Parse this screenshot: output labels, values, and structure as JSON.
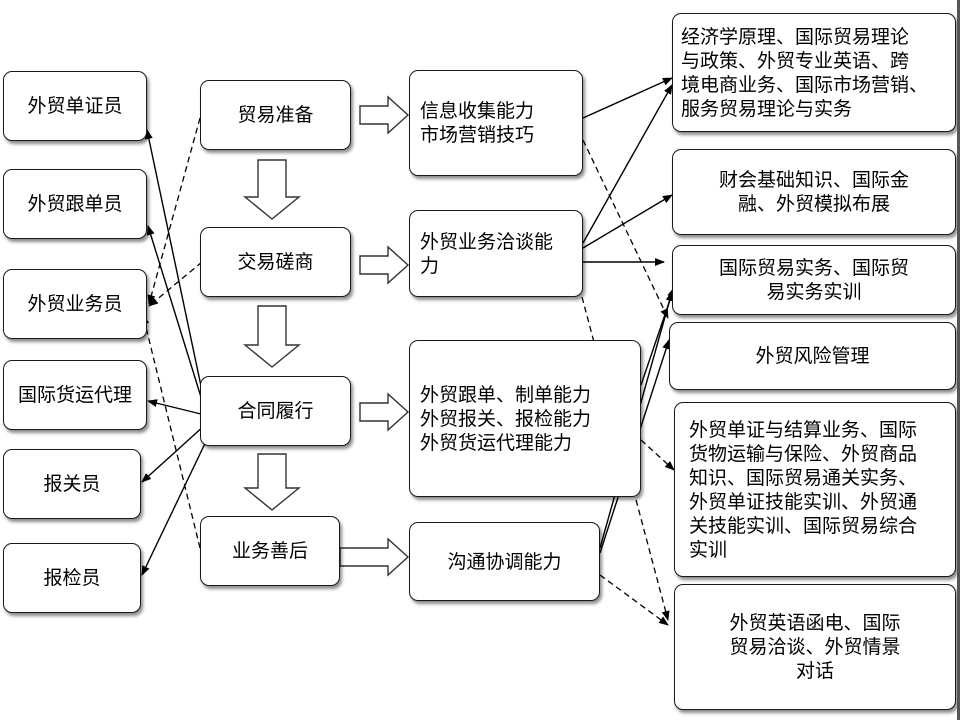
{
  "roles": [
    "外贸单证员",
    "外贸跟单员",
    "外贸业务员",
    "国际货运代理",
    "报关员",
    "报检员"
  ],
  "stages": [
    "贸易准备",
    "交易磋商",
    "合同履行",
    "业务善后"
  ],
  "abilities": [
    "信息收集能力\n市场营销技巧",
    "外贸业务洽谈能\n力",
    "外贸跟单、制单能力\n外贸报关、报检能力\n外贸货运代理能力",
    "沟通协调能力"
  ],
  "courses": [
    "经济学原理、国际贸易理论\n与政策、外贸专业英语、跨\n境电商业务、国际市场营销、\n服务贸易理论与实务",
    "财会基础知识、国际金\n融、外贸模拟布展",
    "国际贸易实务、国际贸\n易实务实训",
    "外贸风险管理",
    "外贸单证与结算业务、国际\n货物运输与保险、外贸商品\n知识、国际贸易通关实务、\n外贸单证技能实训、外贸通\n关技能实训、国际贸易综合\n实训",
    "外贸英语函电、国际\n贸易洽谈、外贸情景\n对话"
  ]
}
